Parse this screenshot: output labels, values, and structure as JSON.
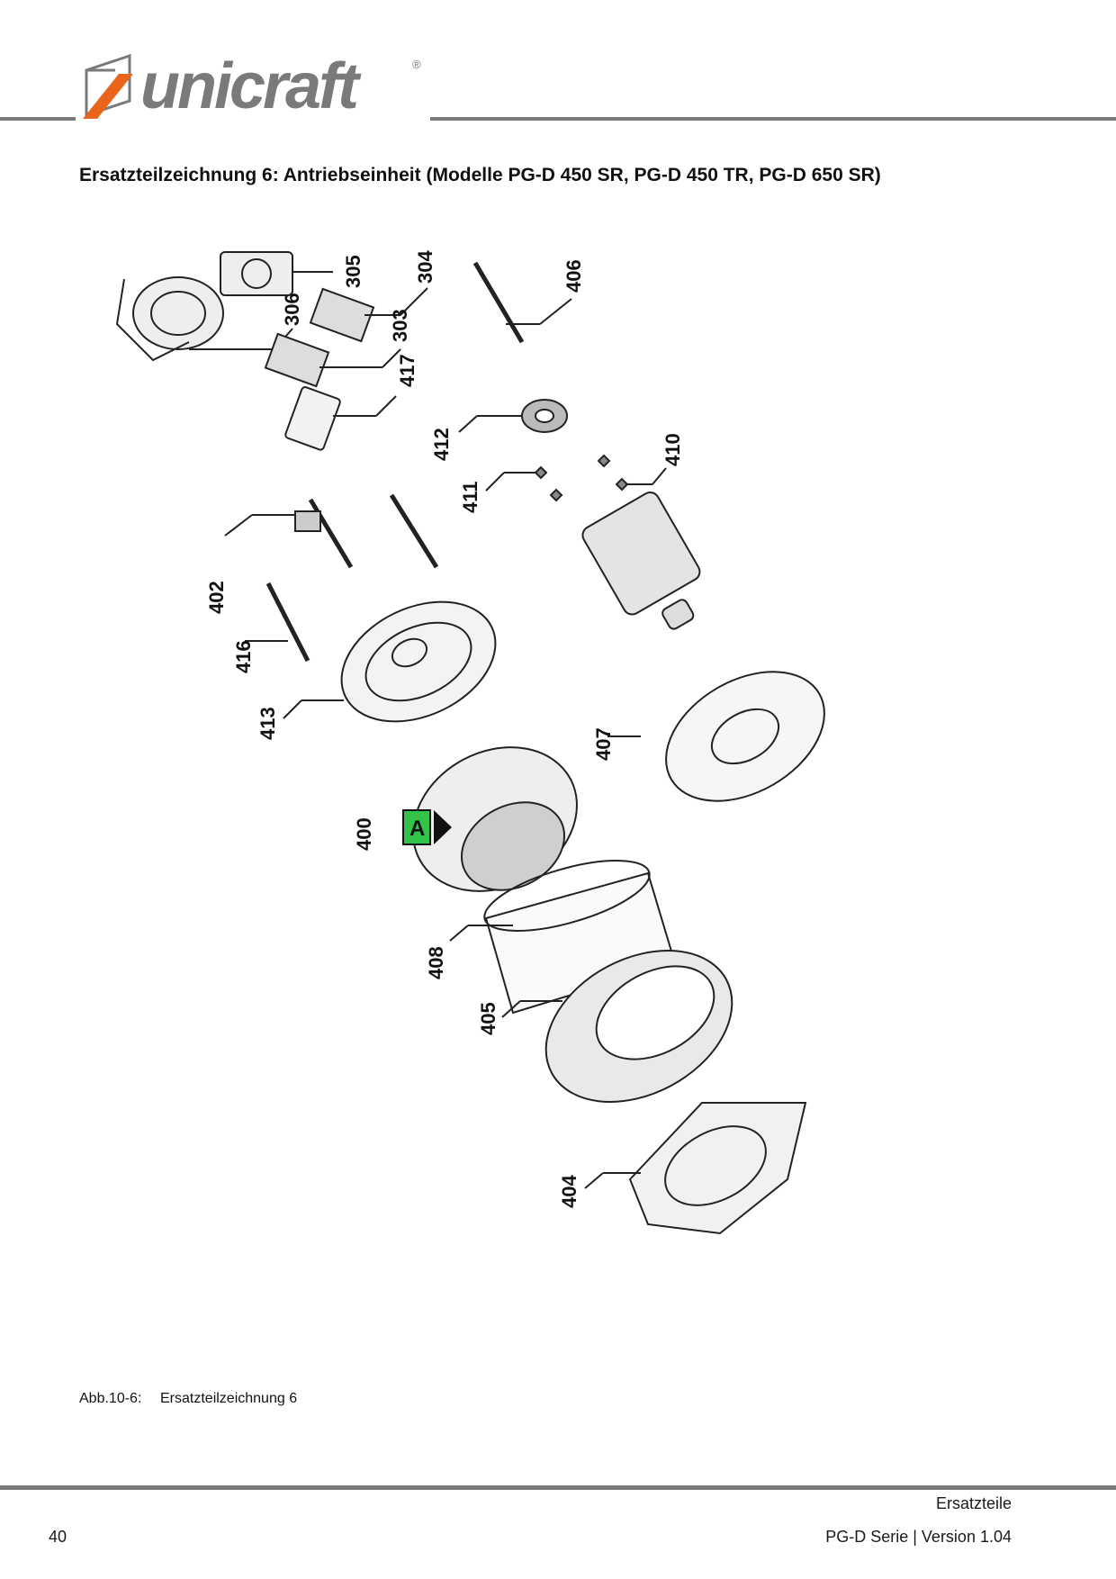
{
  "brand": {
    "name": "unicraft",
    "registered": "®",
    "accent": "#e8651a",
    "gray": "#7a7a7a"
  },
  "title": "Ersatzteilzeichnung 6: Antriebseinheit (Modelle  PG-D 450 SR, PG-D 450 TR, PG-D 650 SR)",
  "callouts": {
    "c305": "305",
    "c304": "304",
    "c306": "306",
    "c303": "303",
    "c406": "406",
    "c417": "417",
    "c412": "412",
    "c411": "411",
    "c410": "410",
    "c402": "402",
    "c416": "416",
    "c413": "413",
    "c407": "407",
    "c400": "400",
    "c400_marker": "A",
    "c408": "408",
    "c405": "405",
    "c404": "404"
  },
  "marker_color": "#33c24a",
  "caption": {
    "label": "Abb.10-6:",
    "text": "Ersatzteilzeichnung 6"
  },
  "footer": {
    "section": "Ersatzteile",
    "page": "40",
    "doc": "PG-D Serie |  Version 1.04"
  }
}
